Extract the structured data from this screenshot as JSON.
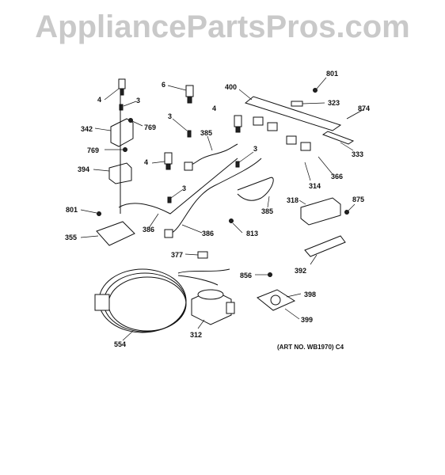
{
  "watermark": "AppliancePartsPros.com",
  "art_number": "(ART NO. WB1970) C4",
  "callouts": {
    "c4a": "4",
    "c3a": "3",
    "c342": "342",
    "c769a": "769",
    "c769b": "769",
    "c394": "394",
    "c801a": "801",
    "c355": "355",
    "c6": "6",
    "c3b": "3",
    "c4b": "4",
    "c3c": "3",
    "c385a": "385",
    "c386a": "386",
    "c386b": "386",
    "c400": "400",
    "c801b": "801",
    "c323": "323",
    "c874": "874",
    "c4c": "4",
    "c3d": "3",
    "c333": "333",
    "c366": "366",
    "c314": "314",
    "c385b": "385",
    "c813": "813",
    "c318": "318",
    "c875": "875",
    "c392": "392",
    "c377": "377",
    "c856": "856",
    "c398": "398",
    "c399": "399",
    "c554": "554",
    "c312": "312"
  }
}
